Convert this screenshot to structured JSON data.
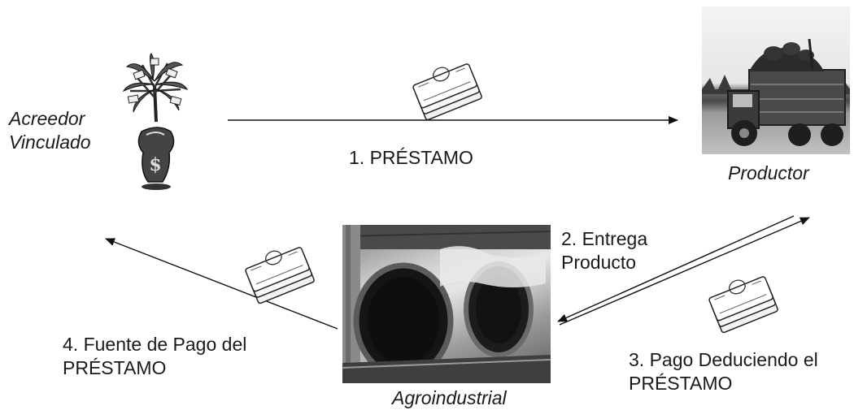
{
  "nodes": {
    "acreedor": {
      "line1": "Acreedor",
      "line2": "Vinculado",
      "icon": "money-tree-icon"
    },
    "productor": {
      "label": "Productor",
      "icon": "truck-photo"
    },
    "agroindustrial": {
      "label": "Agroindustrial",
      "icon": "autoclave-photo"
    }
  },
  "edges": {
    "prestamo": {
      "label": "1. PRÉSTAMO"
    },
    "entrega": {
      "line1": "2. Entrega",
      "line2": "Producto"
    },
    "pago": {
      "line1": "3. Pago Deduciendo el",
      "line2": "PRÉSTAMO"
    },
    "fuente": {
      "line1": "4. Fuente de Pago del",
      "line2": "PRÉSTAMO"
    }
  },
  "money_icon": "money-stack-icon"
}
